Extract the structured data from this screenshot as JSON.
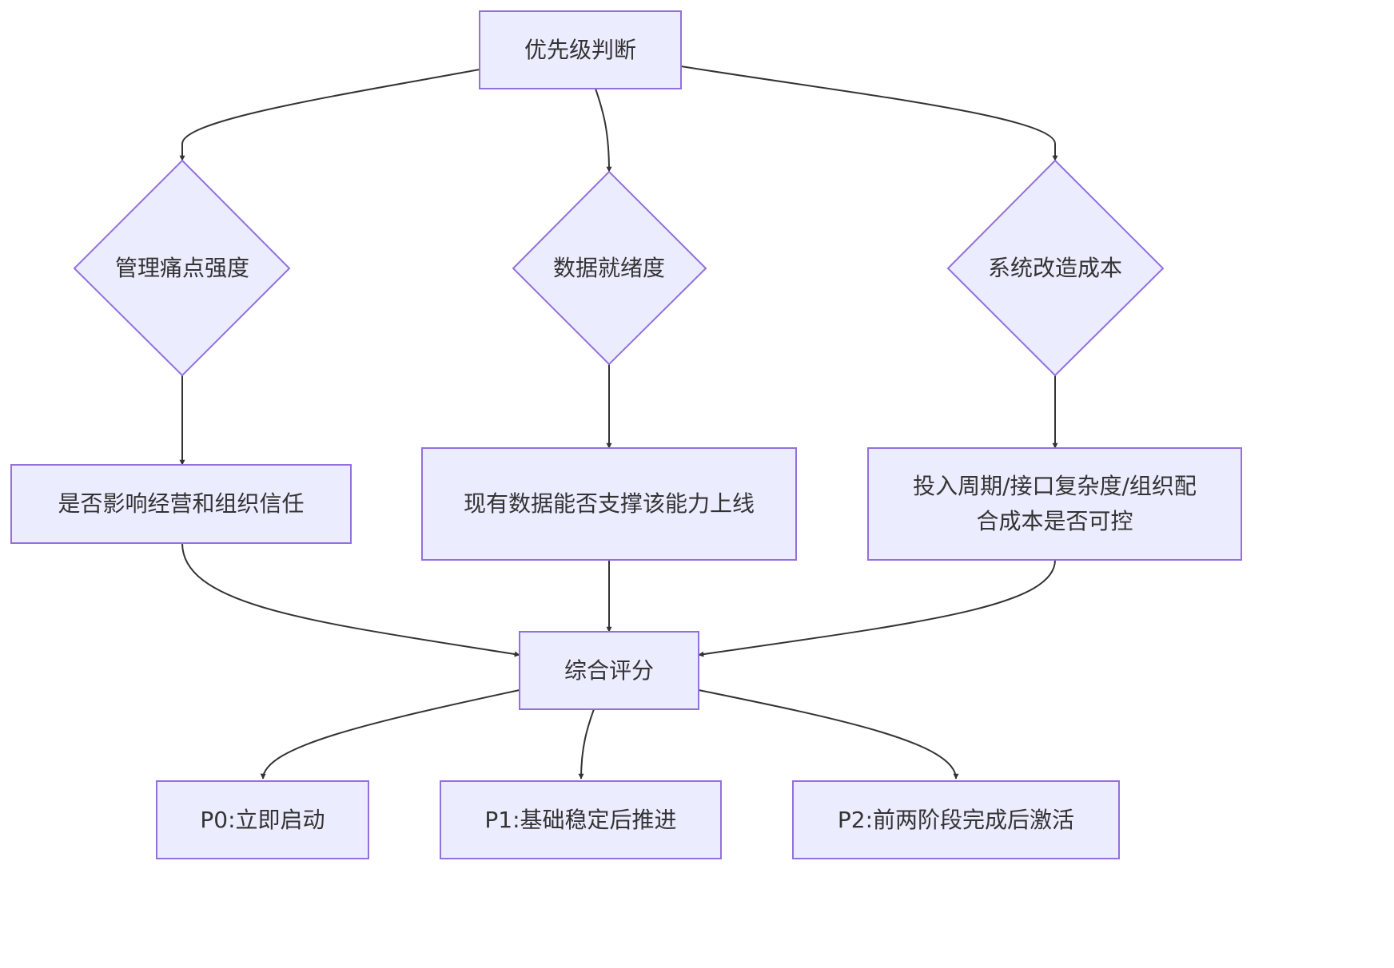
{
  "nodes": {
    "priority": "优先级判断",
    "pain": "管理痛点强度",
    "data_ready": "数据就绪度",
    "sys_cost": "系统改造成本",
    "q_pain": "是否影响经营和组织信任",
    "q_data": "现有数据能否支撑该能力上线",
    "q_cost": "投入周期/接口复杂度/组织配合成本是否可控",
    "score": "综合评分",
    "p0": "P0:立即启动",
    "p1": "P1:基础稳定后推进",
    "p2": "P2:前两阶段完成后激活"
  },
  "colors": {
    "node_fill": "#ececff",
    "node_stroke": "#9370db",
    "edge": "#333333",
    "text": "#333333"
  }
}
